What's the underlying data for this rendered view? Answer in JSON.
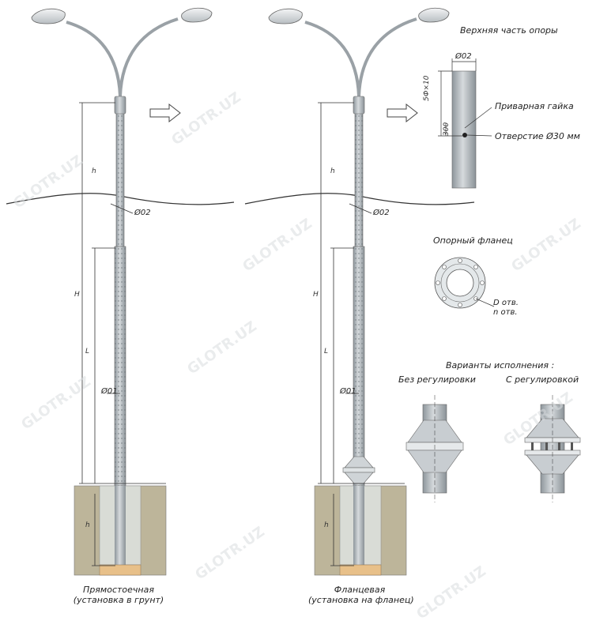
{
  "top_part": {
    "title": "Верхняя часть опоры",
    "d2": "Ø02",
    "height_dim": "5Ф×10",
    "small_dim": "300",
    "weld_nut": "Приварная гайка",
    "hole": "Отверстие Ø30 мм"
  },
  "flange": {
    "title": "Опорный фланец",
    "d_holes": "D отв.",
    "n_holes": "n отв."
  },
  "variants": {
    "title": "Варианты исполнения :",
    "no_adjust": "Без регулировки",
    "with_adjust": "С регулировкой"
  },
  "pole_direct": {
    "caption_line1": "Прямостоечная",
    "caption_line2": "(установка в грунт)",
    "h_label": "h",
    "H_label": "H",
    "L_label": "L",
    "h2_label": "h",
    "d1": "Ø01",
    "d2": "Ø02"
  },
  "pole_flange": {
    "caption_line1": "Фланцевая",
    "caption_line2": "(установка на фланец)",
    "h_label": "h",
    "H_label": "H",
    "L_label": "L",
    "h2_label": "h",
    "d1": "Ø01",
    "d2": "Ø02"
  },
  "watermark": "GLOTR.UZ"
}
